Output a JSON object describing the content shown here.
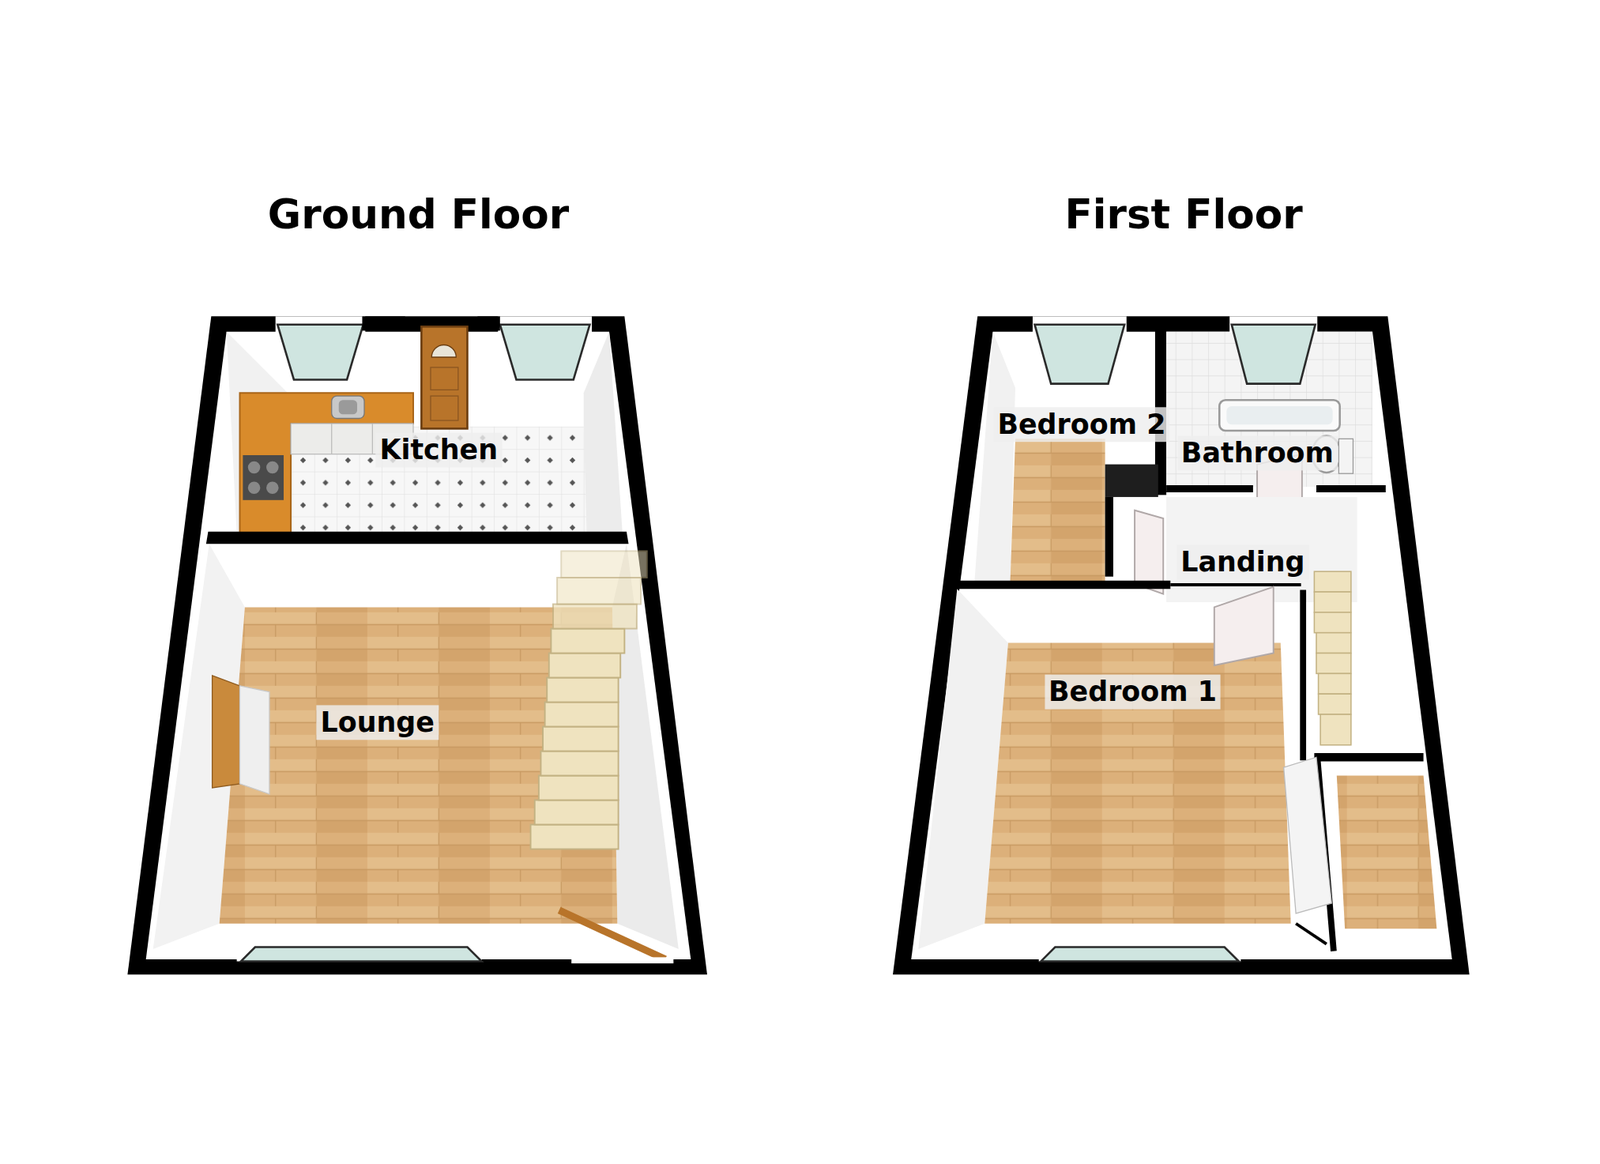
{
  "diagram": {
    "nodes": [
      {
        "text": [
          "Ground Floor"
        ]
      },
      {
        "text": [
          "Kitchen"
        ],
        "in": 0
      },
      {
        "text": [
          "Lounge"
        ],
        "in": 0
      },
      {
        "text": [
          "First Floor"
        ]
      },
      {
        "text": [
          "Bedroom 2"
        ],
        "in": 3
      },
      {
        "text": [
          "Bathroom"
        ],
        "in": 3
      },
      {
        "text": [
          "Landing"
        ],
        "in": 3
      },
      {
        "text": [
          "Bedroom 1"
        ],
        "in": 3
      }
    ]
  }
}
